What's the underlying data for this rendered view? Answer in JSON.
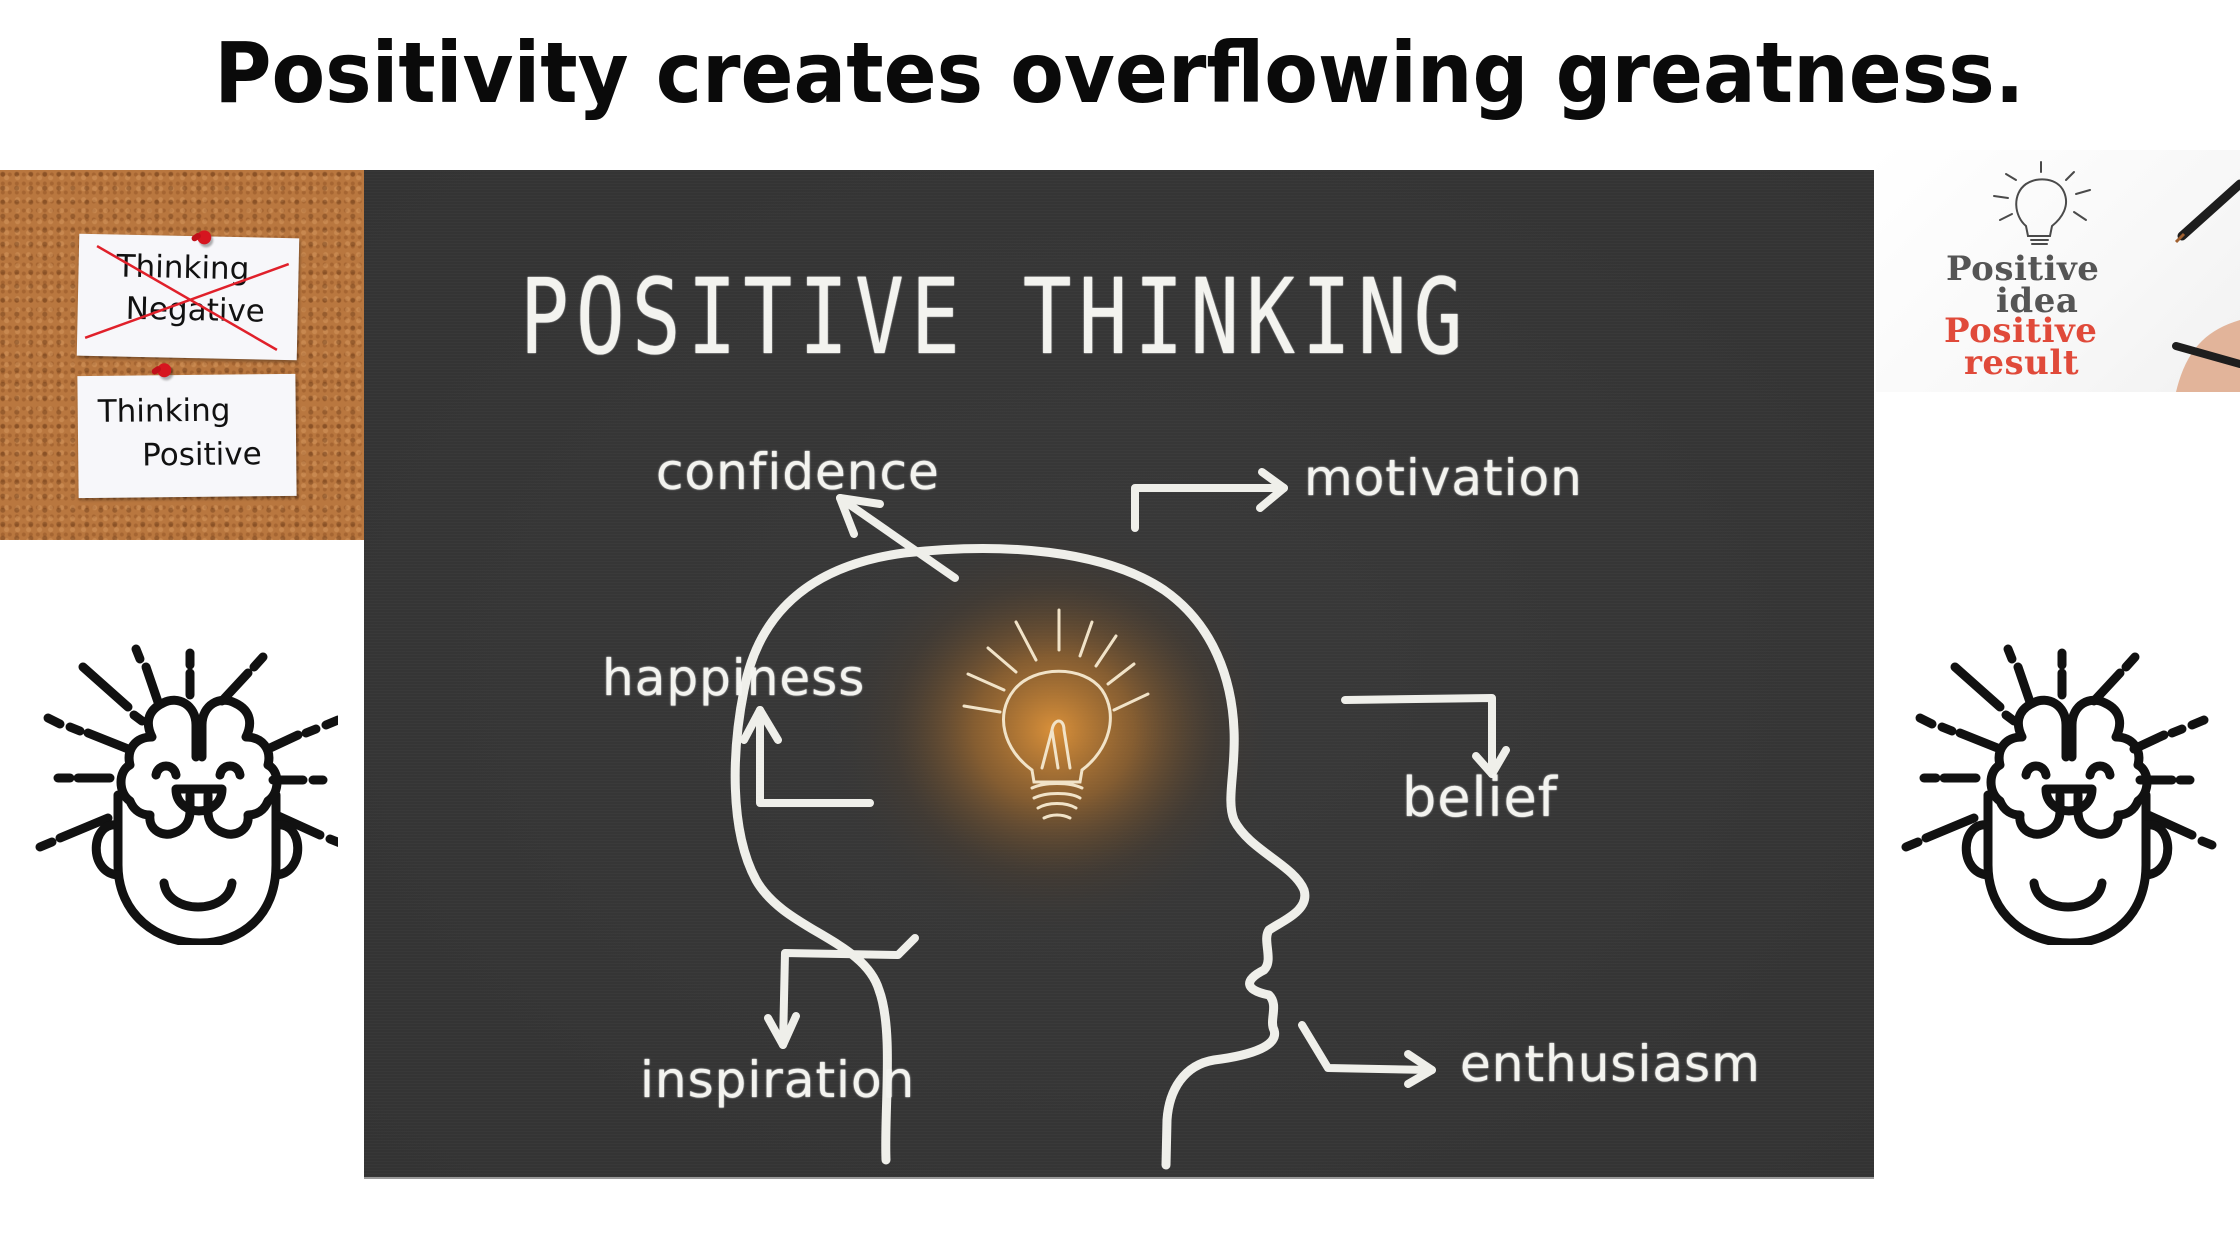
{
  "headline": "Positivity creates overflowing greatness.",
  "left_image": {
    "note_negative": {
      "line1": "Thinking",
      "line2": "Negative",
      "crossed_out": true
    },
    "note_positive": {
      "line1": "Thinking",
      "line2": "Positive"
    }
  },
  "right_image": {
    "line1": "Positive",
    "line2": "idea",
    "line3": "Positive",
    "line4": "result"
  },
  "chalkboard": {
    "title": "POSITIVE THINKING",
    "words": {
      "confidence": "confidence",
      "motivation": "motivation",
      "happiness": "happiness",
      "belief": "belief",
      "inspiration": "inspiration",
      "enthusiasm": "enthusiasm"
    },
    "center_icon": "lightbulb-icon"
  },
  "icons": {
    "left": "thinking-head-icon",
    "right": "thinking-head-icon"
  },
  "colors": {
    "headline": "#0a0a0a",
    "chalkboard": "#353535",
    "chalk": "#f3f3ef",
    "bulb_glow": "#d88f30",
    "cork": "#b9773f",
    "pin_red": "#d6151f",
    "result_red": "#e04a3a",
    "idea_gray": "#555555"
  }
}
